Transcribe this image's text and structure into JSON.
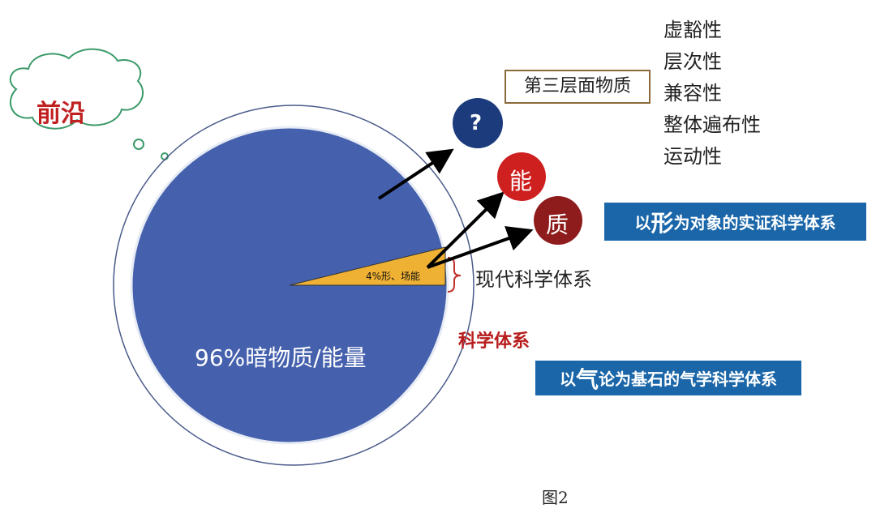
{
  "cloud_label": "前沿",
  "main_circle": {
    "label": "96%暗物质/能量",
    "color": "#4561ad",
    "share_percent": 96
  },
  "wedge": {
    "label": "4%形、场能",
    "color": "#efb134",
    "share_percent": 4
  },
  "bracket_label": "现代科学体系",
  "science_system_label": "科学体系",
  "bubbles": [
    {
      "label": "?",
      "color": "#1c3b7d"
    },
    {
      "label": "能",
      "color": "#cf2020"
    },
    {
      "label": "质",
      "color": "#8e1c1c"
    }
  ],
  "third_layer_box": "第三层面物质",
  "properties": [
    "虚豁性",
    "层次性",
    "兼容性",
    "整体遍布性",
    "运动性"
  ],
  "banner_top": {
    "prefix": "以",
    "big": "形",
    "suffix": "为对象的实证科学体系"
  },
  "banner_bottom": {
    "prefix": "以",
    "big": "气",
    "suffix": "论为基石的气学科学体系"
  },
  "caption": "图2"
}
